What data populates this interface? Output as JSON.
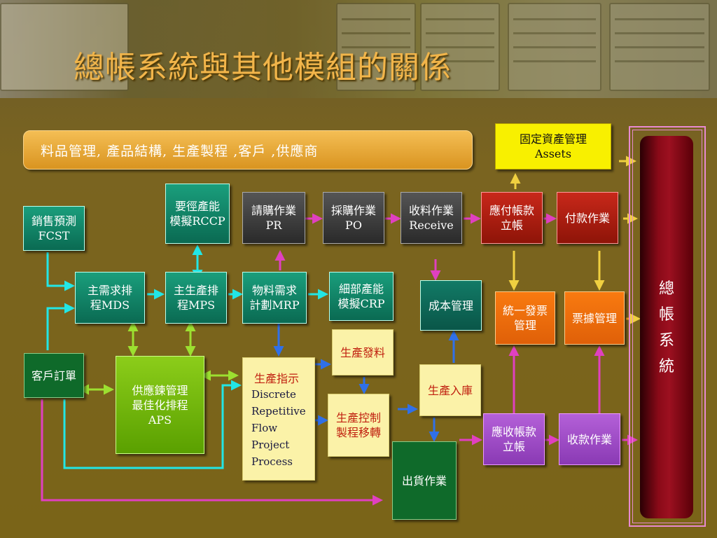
{
  "title": "總帳系統與其他模組的關係",
  "banner": "料品管理,  產品結構,  生產製程 ,客戶 ,供應商",
  "nodes": {
    "assets": [
      "固定資產管理",
      "Assets"
    ],
    "fcst": [
      "銷售預測",
      "FCST"
    ],
    "rccp": [
      "要徑產能",
      "模擬RCCP"
    ],
    "pr": [
      "請購作業",
      "PR"
    ],
    "po": [
      "採購作業",
      "PO"
    ],
    "receive": [
      "收料作業",
      "Receive"
    ],
    "ap": [
      "應付帳款",
      "立帳"
    ],
    "payment": [
      "付款作業"
    ],
    "mds": [
      "主需求排",
      "程MDS"
    ],
    "mps": [
      "主生產排",
      "程MPS"
    ],
    "mrp": [
      "物料需求",
      "計劃MRP"
    ],
    "crp": [
      "細部產能",
      "模擬CRP"
    ],
    "cost": [
      "成本管理"
    ],
    "invoice": [
      "統一發票",
      "管理"
    ],
    "voucher": [
      "票據管理"
    ],
    "customer_order": [
      "客戶訂單"
    ],
    "aps": [
      "供應鍊管理",
      "最佳化排程",
      "APS"
    ],
    "issue": [
      "生產發料"
    ],
    "storage": [
      "生產入庫"
    ],
    "control": [
      "生產控制",
      "製程移轉"
    ],
    "ar": [
      "應收帳款",
      "立帳"
    ],
    "collection": [
      "收款作業"
    ],
    "shipping": [
      "出貨作業"
    ]
  },
  "production": {
    "heading": "生產指示",
    "types": [
      "Discrete",
      "Repetitive",
      "Flow",
      "Project",
      "Process"
    ]
  },
  "gl": [
    "總",
    "帳",
    "系",
    "統"
  ],
  "colors": {
    "cyan": "#22e6e6",
    "magenta": "#e040c0",
    "yellow": "#f0d040",
    "blue": "#3070e8",
    "green": "#9ce030",
    "title": "#f2b54a"
  }
}
